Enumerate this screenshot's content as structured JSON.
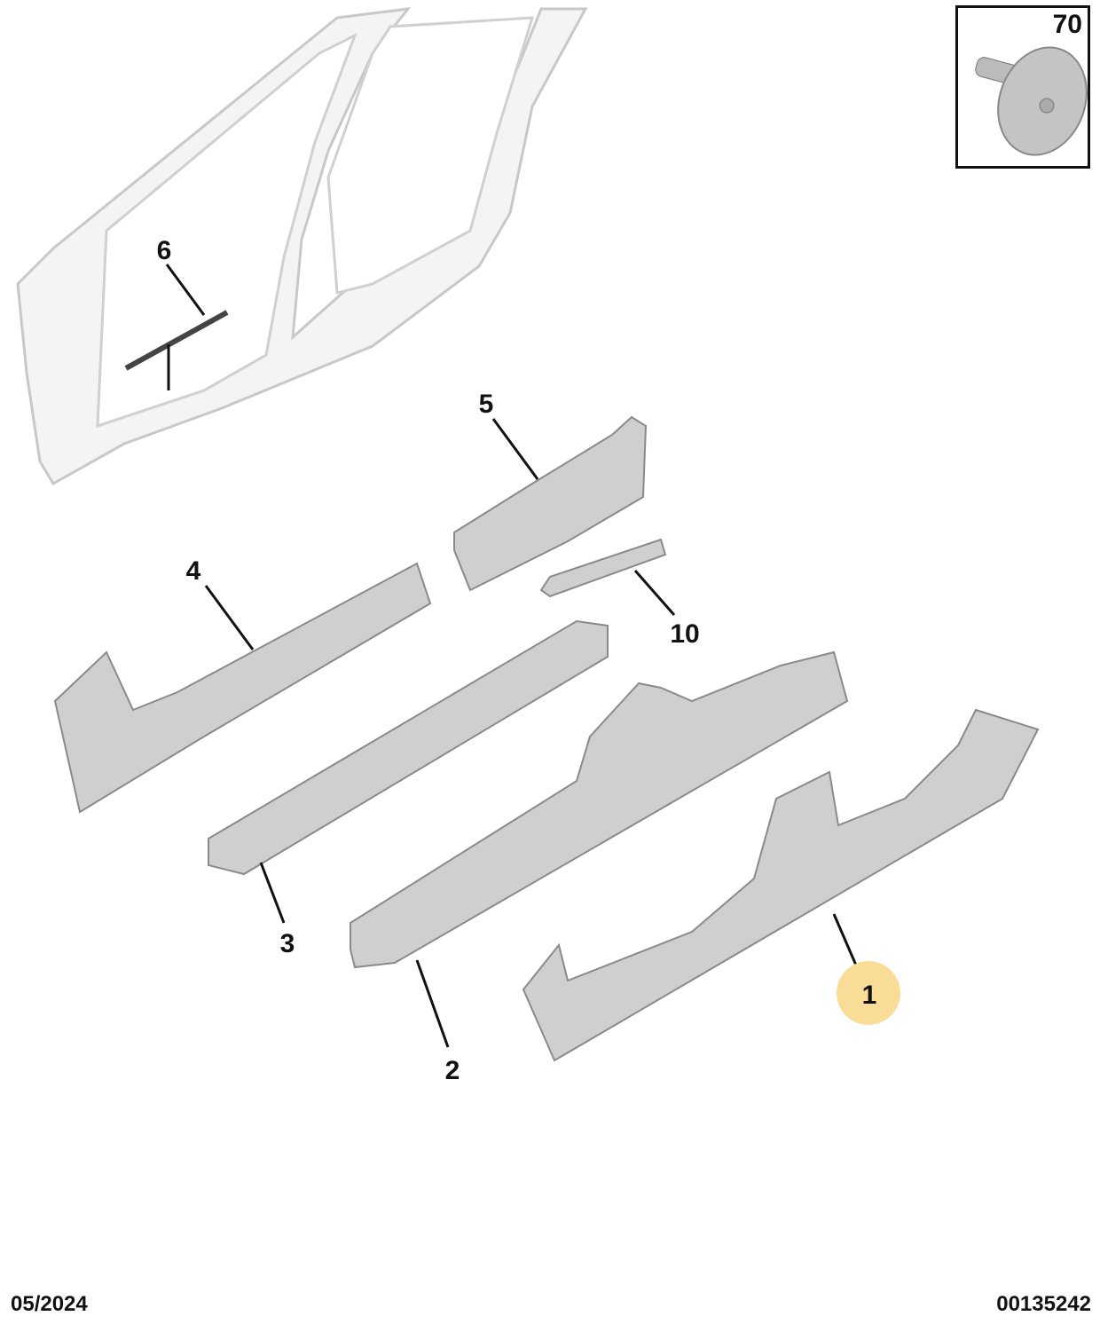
{
  "inset": {
    "label": "70",
    "icon": "push-clip-fastener"
  },
  "callouts": [
    {
      "label": "1",
      "highlighted": true
    },
    {
      "label": "2"
    },
    {
      "label": "3"
    },
    {
      "label": "4"
    },
    {
      "label": "5"
    },
    {
      "label": "6"
    },
    {
      "label": "10"
    }
  ],
  "footer": {
    "date": "05/2024",
    "diagram_code": "00135242"
  },
  "colors": {
    "highlight": "#f9dd96",
    "part_fill": "#cfcfcf"
  }
}
